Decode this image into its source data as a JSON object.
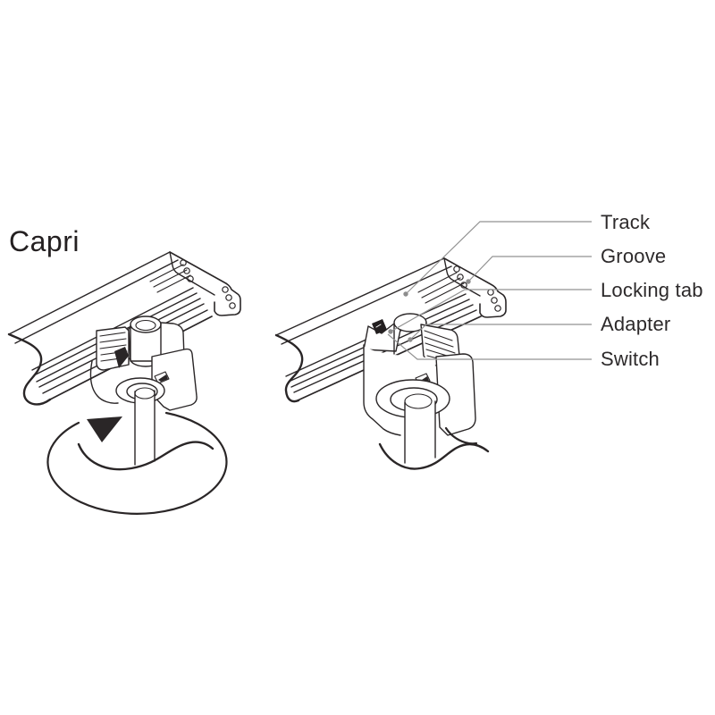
{
  "title": "Capri",
  "colors": {
    "background": "#ffffff",
    "line_art": "#2a2627",
    "leader_line": "#929292",
    "leader_dot": "#8d8d8d",
    "label_text": "#2d2a2b",
    "switch_knob": "#231f20"
  },
  "callouts": [
    {
      "id": "track",
      "label": "Track"
    },
    {
      "id": "groove",
      "label": "Groove"
    },
    {
      "id": "locking_tab",
      "label": "Locking tab"
    },
    {
      "id": "adapter",
      "label": "Adapter"
    },
    {
      "id": "switch",
      "label": "Switch"
    }
  ]
}
